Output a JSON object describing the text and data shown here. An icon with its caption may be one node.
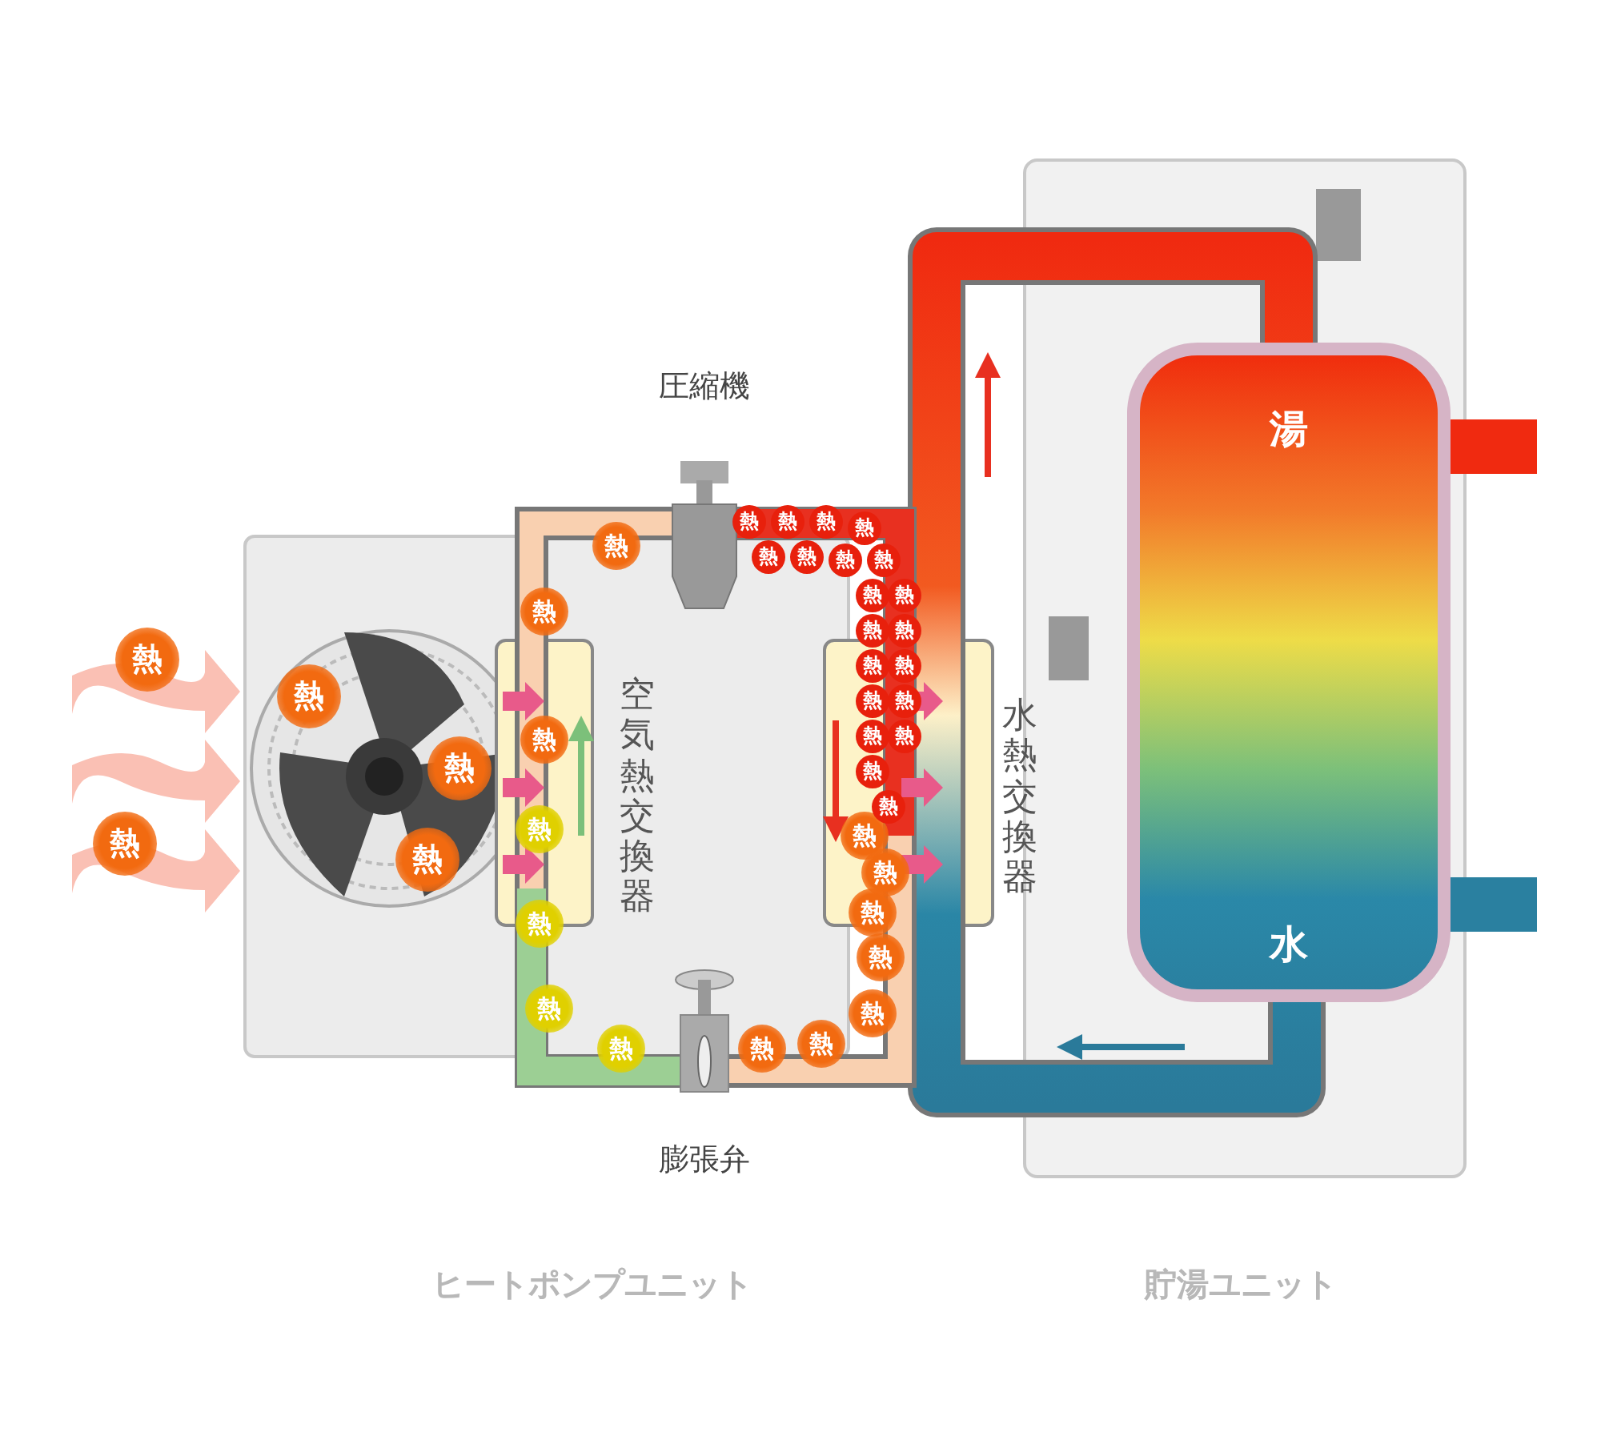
{
  "diagram": {
    "labels": [
      "圧縮機",
      "湯",
      "熱",
      "熱",
      "熱",
      "熱",
      "熱",
      "熱",
      "熱",
      "熱",
      "熱",
      "熱",
      "熱",
      "熱",
      "熱",
      "熱",
      "熱",
      "熱",
      "熱",
      "熱",
      "熱",
      "熱",
      "熱",
      "熱",
      "熱",
      "熱",
      "熱",
      "熱",
      "熱",
      "熱",
      "熱",
      "熱",
      "熱",
      "熱",
      "熱",
      "熱",
      "熱",
      "熱",
      "熱",
      "熱",
      "熱",
      "空気熱交換器",
      "水熱交換器",
      "水",
      "膨張弁",
      "ヒートポンプユニット",
      "貯湯ユニット"
    ]
  }
}
